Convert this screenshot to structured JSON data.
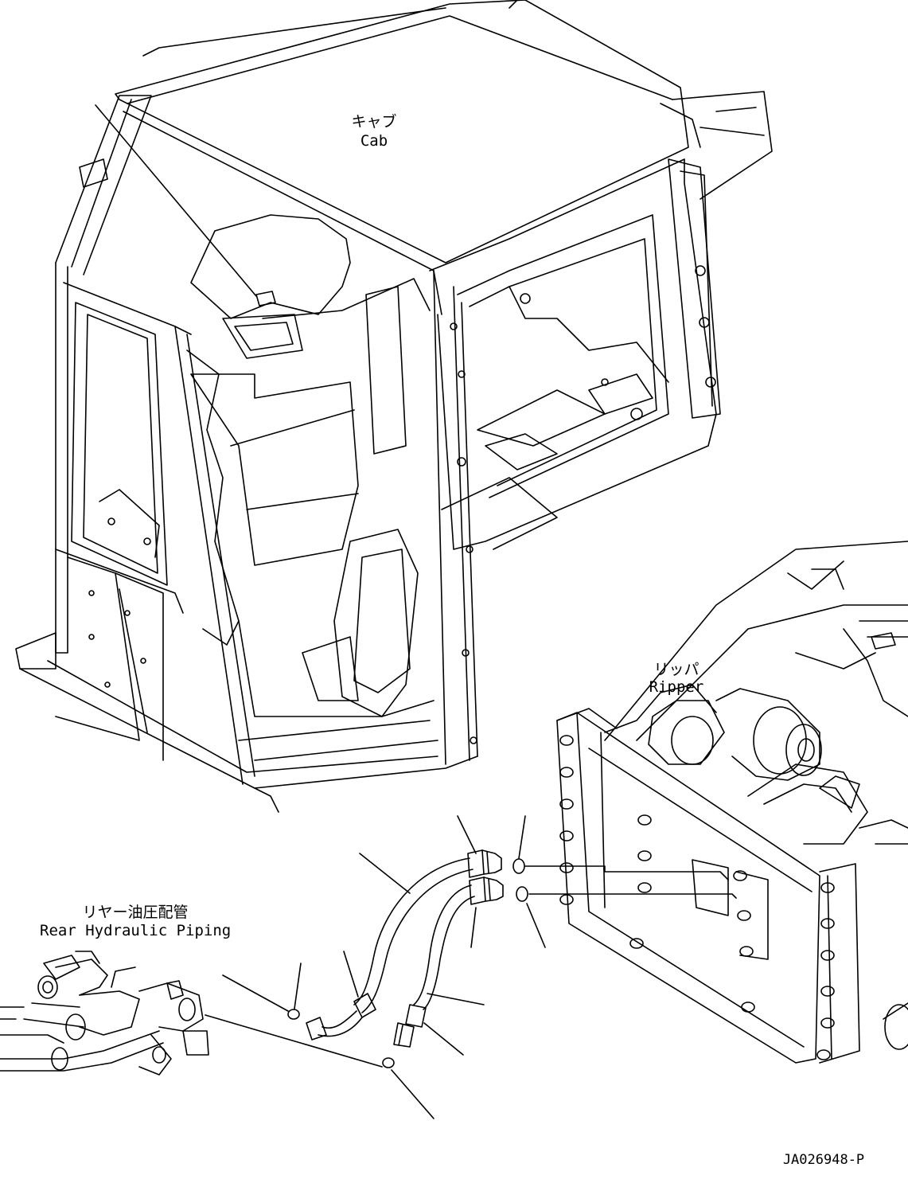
{
  "labels": {
    "cab_jp": "キャブ",
    "cab_en": "Cab",
    "ripper_jp": "リッパ",
    "ripper_en": "Ripper",
    "rear_jp": "リヤー油圧配管",
    "rear_en": "Rear Hydraulic Piping",
    "drawing_no": "JA026948-P"
  },
  "colors": {
    "line": "#000000",
    "background": "#ffffff"
  }
}
